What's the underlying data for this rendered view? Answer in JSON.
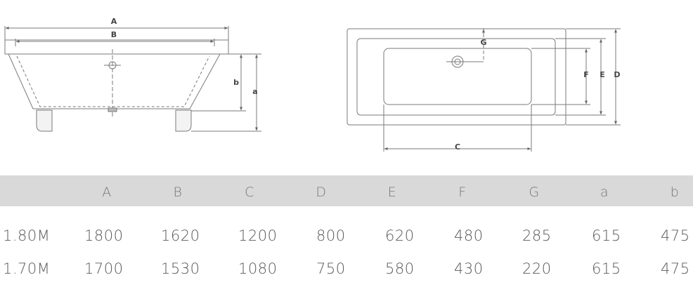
{
  "diagram": {
    "side_view_labels": {
      "A": "A",
      "B": "B",
      "a": "a",
      "b": "b"
    },
    "top_view_labels": {
      "C": "C",
      "D": "D",
      "E": "E",
      "F": "F",
      "G": "G"
    }
  },
  "specs_table": {
    "columns": [
      "A",
      "B",
      "C",
      "D",
      "E",
      "F",
      "G",
      "a",
      "b"
    ],
    "rows": [
      {
        "model": "1.80M",
        "values": [
          "1800",
          "1620",
          "1200",
          "800",
          "620",
          "480",
          "285",
          "615",
          "475"
        ]
      },
      {
        "model": "1.70M",
        "values": [
          "1700",
          "1530",
          "1080",
          "750",
          "580",
          "430",
          "220",
          "615",
          "475"
        ]
      }
    ]
  },
  "colors": {
    "header_bg": "#d9d9d9",
    "line": "#7a7a7a",
    "text": "#5a5a5a"
  }
}
